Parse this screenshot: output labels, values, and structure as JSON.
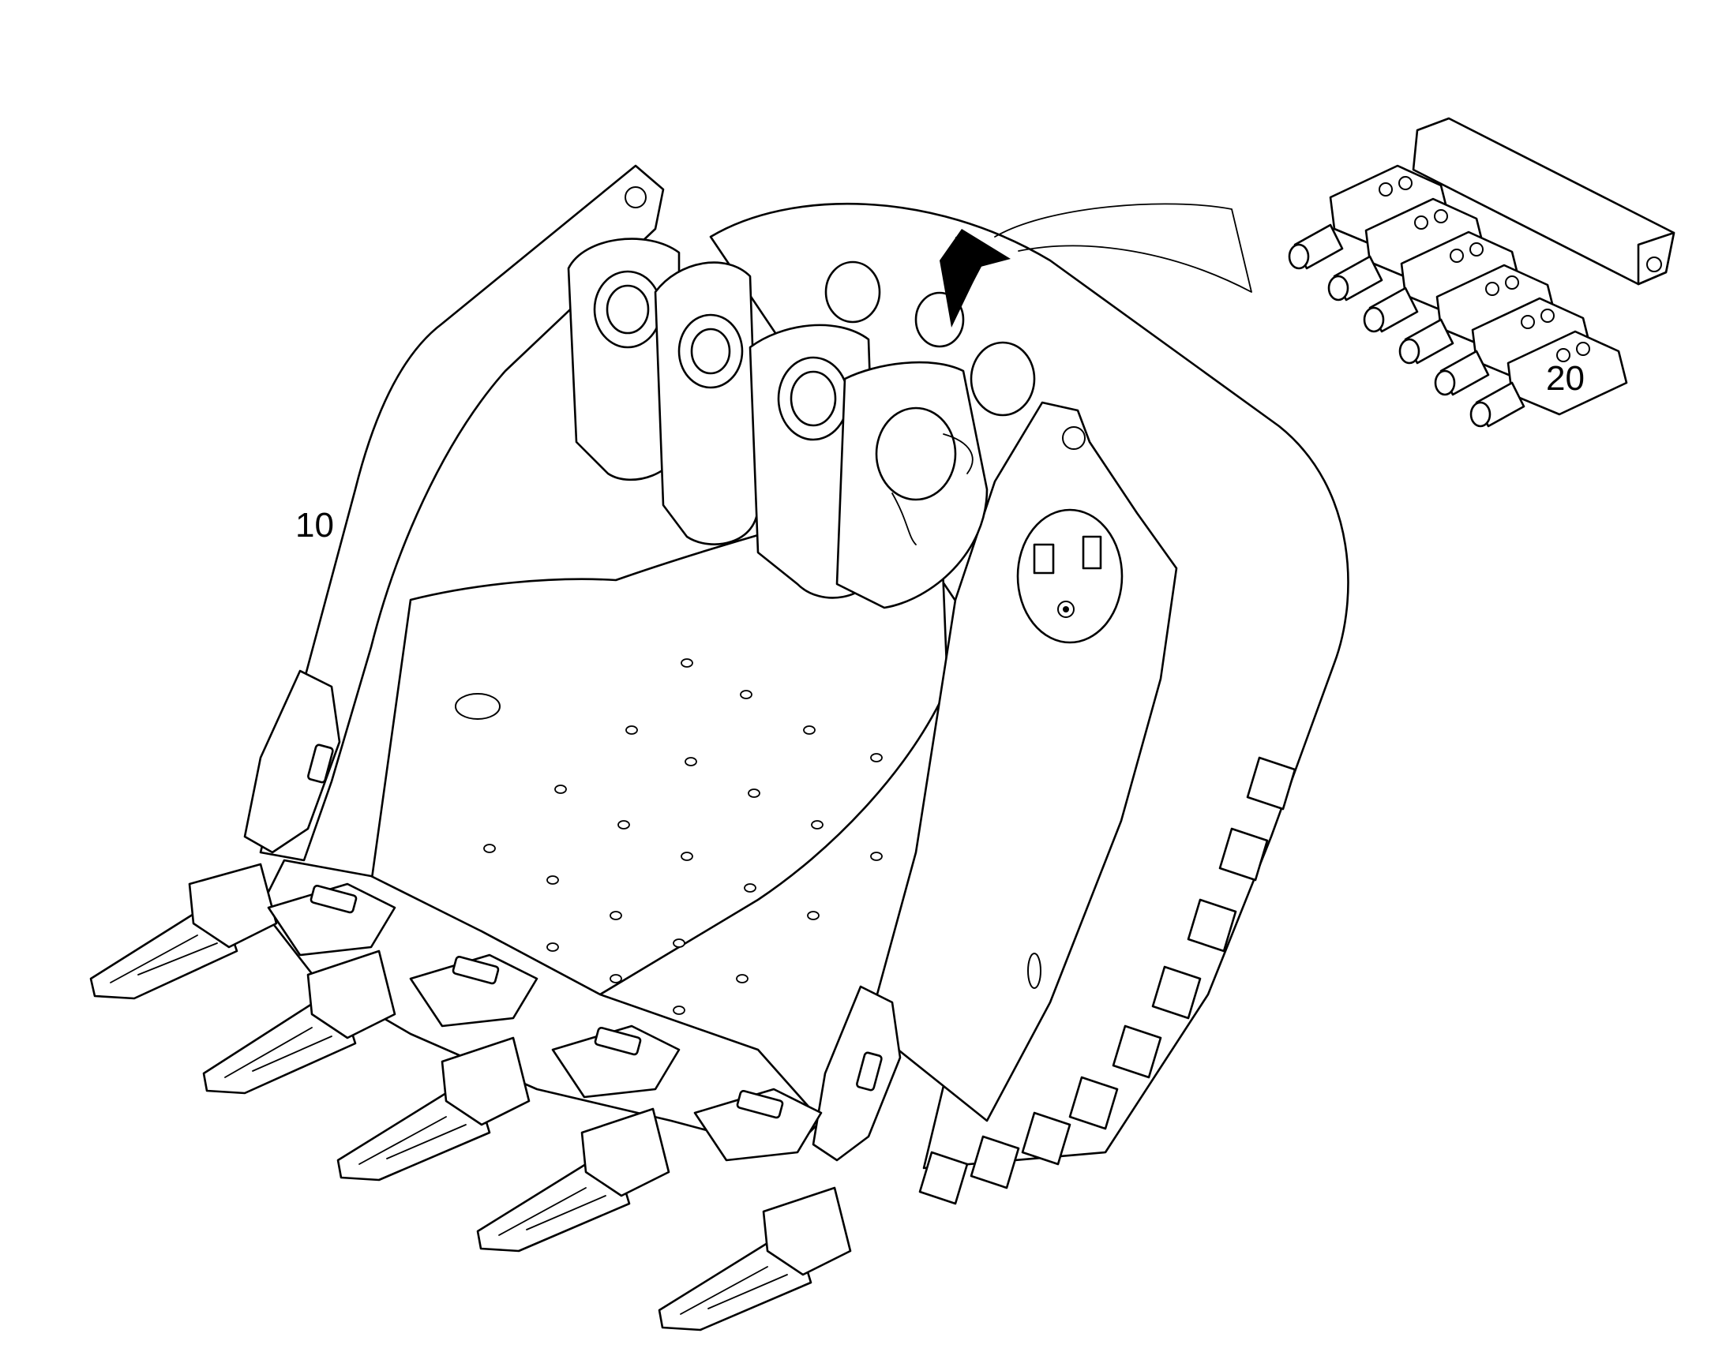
{
  "figure": {
    "callouts": [
      {
        "id": "bucket",
        "label": "10"
      },
      {
        "id": "lube-manifold",
        "label": "20"
      }
    ],
    "colors": {
      "line": "#000000",
      "background": "#ffffff"
    }
  }
}
